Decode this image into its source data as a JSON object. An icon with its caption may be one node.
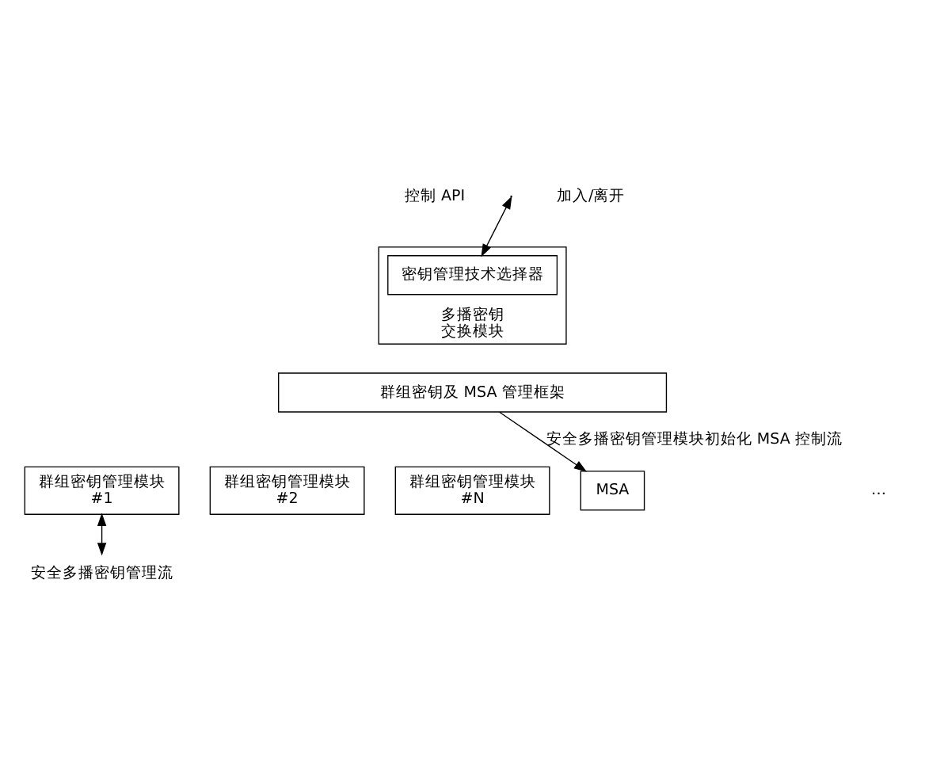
{
  "diagram": {
    "nodes": [
      {
        "text": [
          "多播密钥",
          "交换模块"
        ]
      },
      {
        "text": [
          "密钥管理技术选择器"
        ],
        "in": 0
      },
      {
        "text": [
          "群组密钥及 MSA 管理框架"
        ]
      },
      {
        "text": [
          "群组密钥管理模块",
          "#1"
        ]
      },
      {
        "text": [
          "群组密钥管理模块",
          "#2"
        ]
      },
      {
        "text": [
          "群组密钥管理模块",
          "#N"
        ]
      },
      {
        "text": [
          "安全多播密钥管理流"
        ]
      },
      {
        "text": [
          "MSA"
        ]
      }
    ],
    "edges": [
      {
        "from": null,
        "to": 1,
        "arrow": "both"
      },
      {
        "from": 3,
        "to": 6,
        "arrow": "both"
      },
      {
        "from": 2,
        "to": 7,
        "arrow": "to",
        "label": "安全多播密钥管理模块初始化 MSA 控制流"
      }
    ],
    "labels": [
      "控制 API",
      "加入/离开",
      "…"
    ]
  }
}
